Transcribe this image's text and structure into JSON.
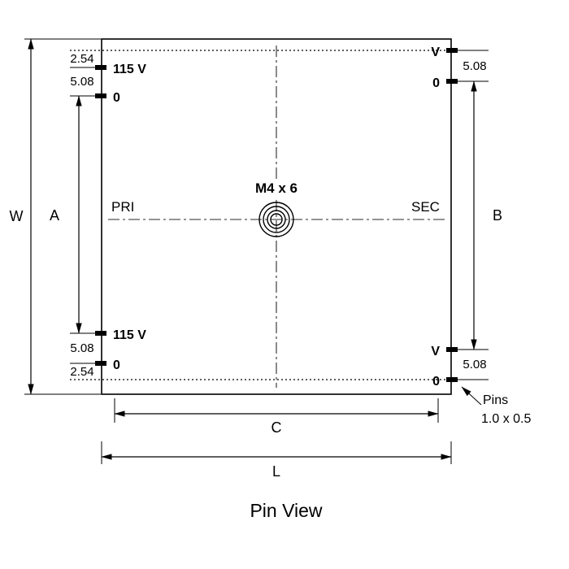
{
  "title": "Pin View",
  "drawing": {
    "pri_label": "PRI",
    "sec_label": "SEC",
    "hole_label": "M4 x 6"
  },
  "pins": {
    "left_top": {
      "pin1": "115 V",
      "pin2": "0"
    },
    "left_bottom": {
      "pin1": "115 V",
      "pin2": "0"
    },
    "right_top": {
      "pin1": "V",
      "pin2": "0"
    },
    "right_bottom": {
      "pin1": "V",
      "pin2": "0"
    },
    "note_line1": "Pins",
    "note_line2": "1.0 x 0.5"
  },
  "dimensions": {
    "w_label": "W",
    "a_label": "A",
    "b_label": "B",
    "c_label": "C",
    "l_label": "L",
    "left_top_offset": "2.54",
    "left_top_pitch": "5.08",
    "left_bottom_pitch": "5.08",
    "left_bottom_offset": "2.54",
    "right_top_pitch": "5.08",
    "right_bottom_pitch": "5.08"
  }
}
